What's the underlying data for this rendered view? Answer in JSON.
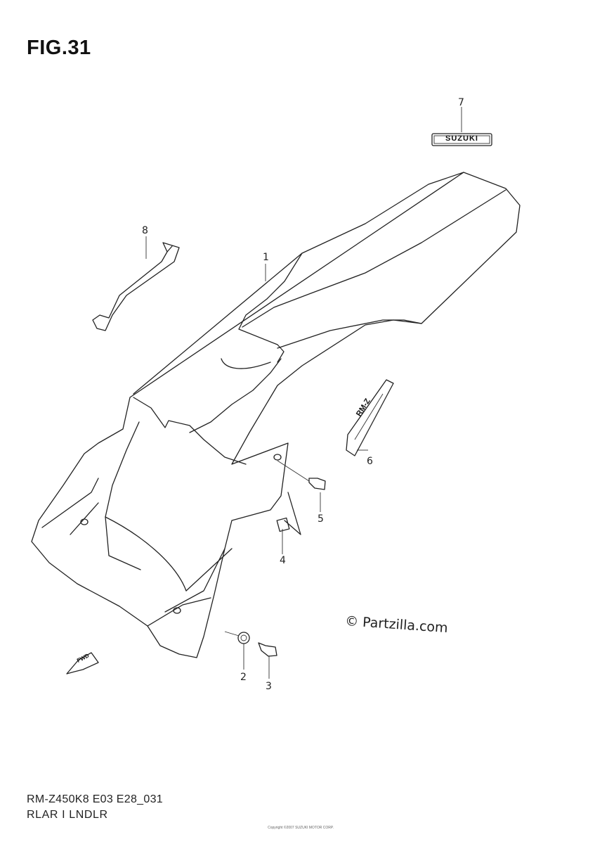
{
  "figure": {
    "title": "FIG.31",
    "model_code": "RM-Z450K8 E03 E28_031",
    "part_group": "RLAR I LNDLR",
    "watermark": "© Partzilla.com",
    "decal_text_top": "SUZUKI",
    "decal_text_side": "RM-Z",
    "fwd_label": "FWD",
    "fine_print": "Copyright ©2007 SUZUKI MOTOR CORP."
  },
  "callouts": [
    {
      "id": "1",
      "part": "fender"
    },
    {
      "id": "2",
      "part": "nut"
    },
    {
      "id": "3",
      "part": "bolt"
    },
    {
      "id": "4",
      "part": "nut"
    },
    {
      "id": "5",
      "part": "bolt"
    },
    {
      "id": "6",
      "part": "side-emblem"
    },
    {
      "id": "7",
      "part": "top-emblem"
    },
    {
      "id": "8",
      "part": "tool"
    }
  ]
}
